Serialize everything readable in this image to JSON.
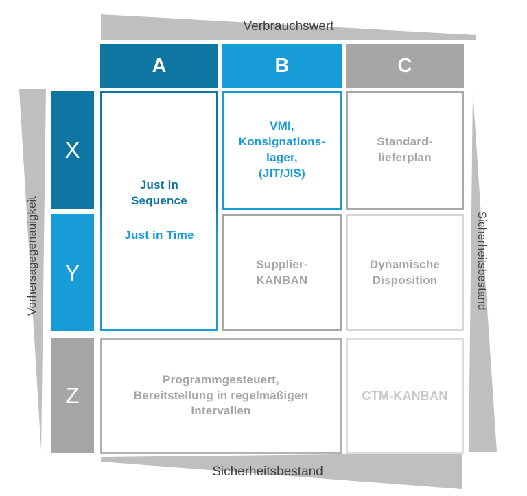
{
  "diagram": {
    "type": "abc-xyz-matrix",
    "palette": {
      "dark_blue": "#0E76A0",
      "light_blue": "#189CD8",
      "gray": "#A6A6A6",
      "arrow_fill": "#BFBFBF",
      "arrow_text": "#404040",
      "light_gray_text": "#C8C8C8"
    },
    "axes": {
      "top": "Verbrauchswert",
      "bottom": "Sicherheitsbestand",
      "left": "Vorhersagegenauigkeit",
      "right": "Sicherheitsbestand"
    },
    "columns": [
      {
        "label": "A",
        "color": "#0E76A0"
      },
      {
        "label": "B",
        "color": "#189CD8"
      },
      {
        "label": "C",
        "color": "#A6A6A6"
      }
    ],
    "rows": [
      {
        "label": "X",
        "color": "#0E76A0"
      },
      {
        "label": "Y",
        "color": "#189CD8"
      },
      {
        "label": "Z",
        "color": "#A6A6A6"
      }
    ],
    "cells": {
      "a_xy": {
        "span": "column A, rows X+Y",
        "text1": "Just in\nSequence",
        "text2": "Just in Time"
      },
      "b_x": {
        "span": "column B, row X",
        "text": "VMI,\nKonsignations-\nlager,\n(JIT/JIS)"
      },
      "c_x": {
        "span": "column C, row X",
        "text": "Standard-\nlieferplan"
      },
      "b_y": {
        "span": "column B, row Y",
        "text": "Supplier-\nKANBAN"
      },
      "c_y": {
        "span": "column C, row Y",
        "text": "Dynamische\nDisposition"
      },
      "ab_z": {
        "span": "columns A+B, row Z",
        "text": "Programmgesteuert,\nBereitstellung in regelmäßigen\nIntervallen"
      },
      "c_z": {
        "span": "column C, row Z",
        "text": "CTM-KANBAN"
      }
    }
  }
}
